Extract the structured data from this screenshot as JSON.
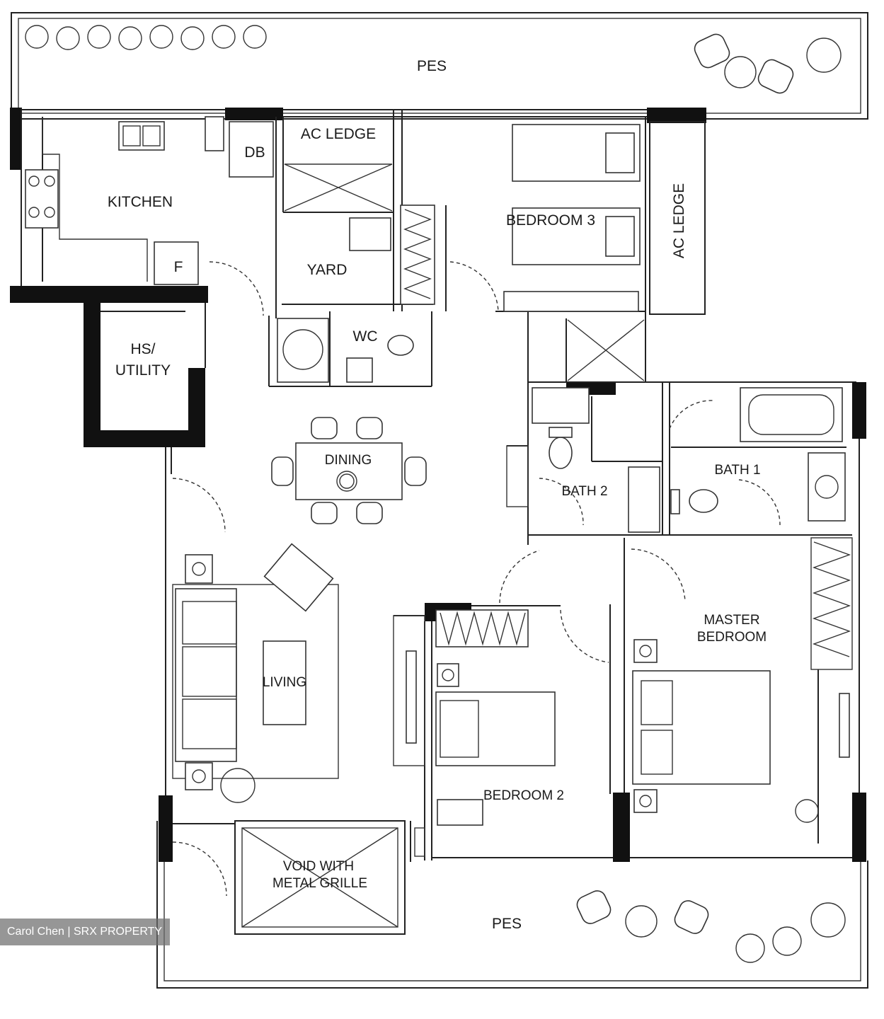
{
  "rooms": {
    "pes_top": "PES",
    "pes_bottom": "PES",
    "kitchen": "KITCHEN",
    "db": "DB",
    "ac_ledge_top": "AC LEDGE",
    "ac_ledge_side": "AC LEDGE",
    "yard": "YARD",
    "wc": "WC",
    "fridge": "F",
    "hs_utility_line1": "HS/",
    "hs_utility_line2": "UTILITY",
    "bedroom_3": "BEDROOM 3",
    "dining": "DINING",
    "bath_2": "BATH 2",
    "bath_1": "BATH 1",
    "living": "LIVING",
    "master_bedroom_line1": "MASTER",
    "master_bedroom_line2": "BEDROOM",
    "bedroom_2": "BEDROOM 2",
    "void_line1": "VOID WITH",
    "void_line2": "METAL GRILLE"
  },
  "watermark": "Carol Chen | SRX PROPERTY",
  "colors": {
    "wall": "#111111",
    "line": "#222222",
    "background": "#ffffff"
  }
}
